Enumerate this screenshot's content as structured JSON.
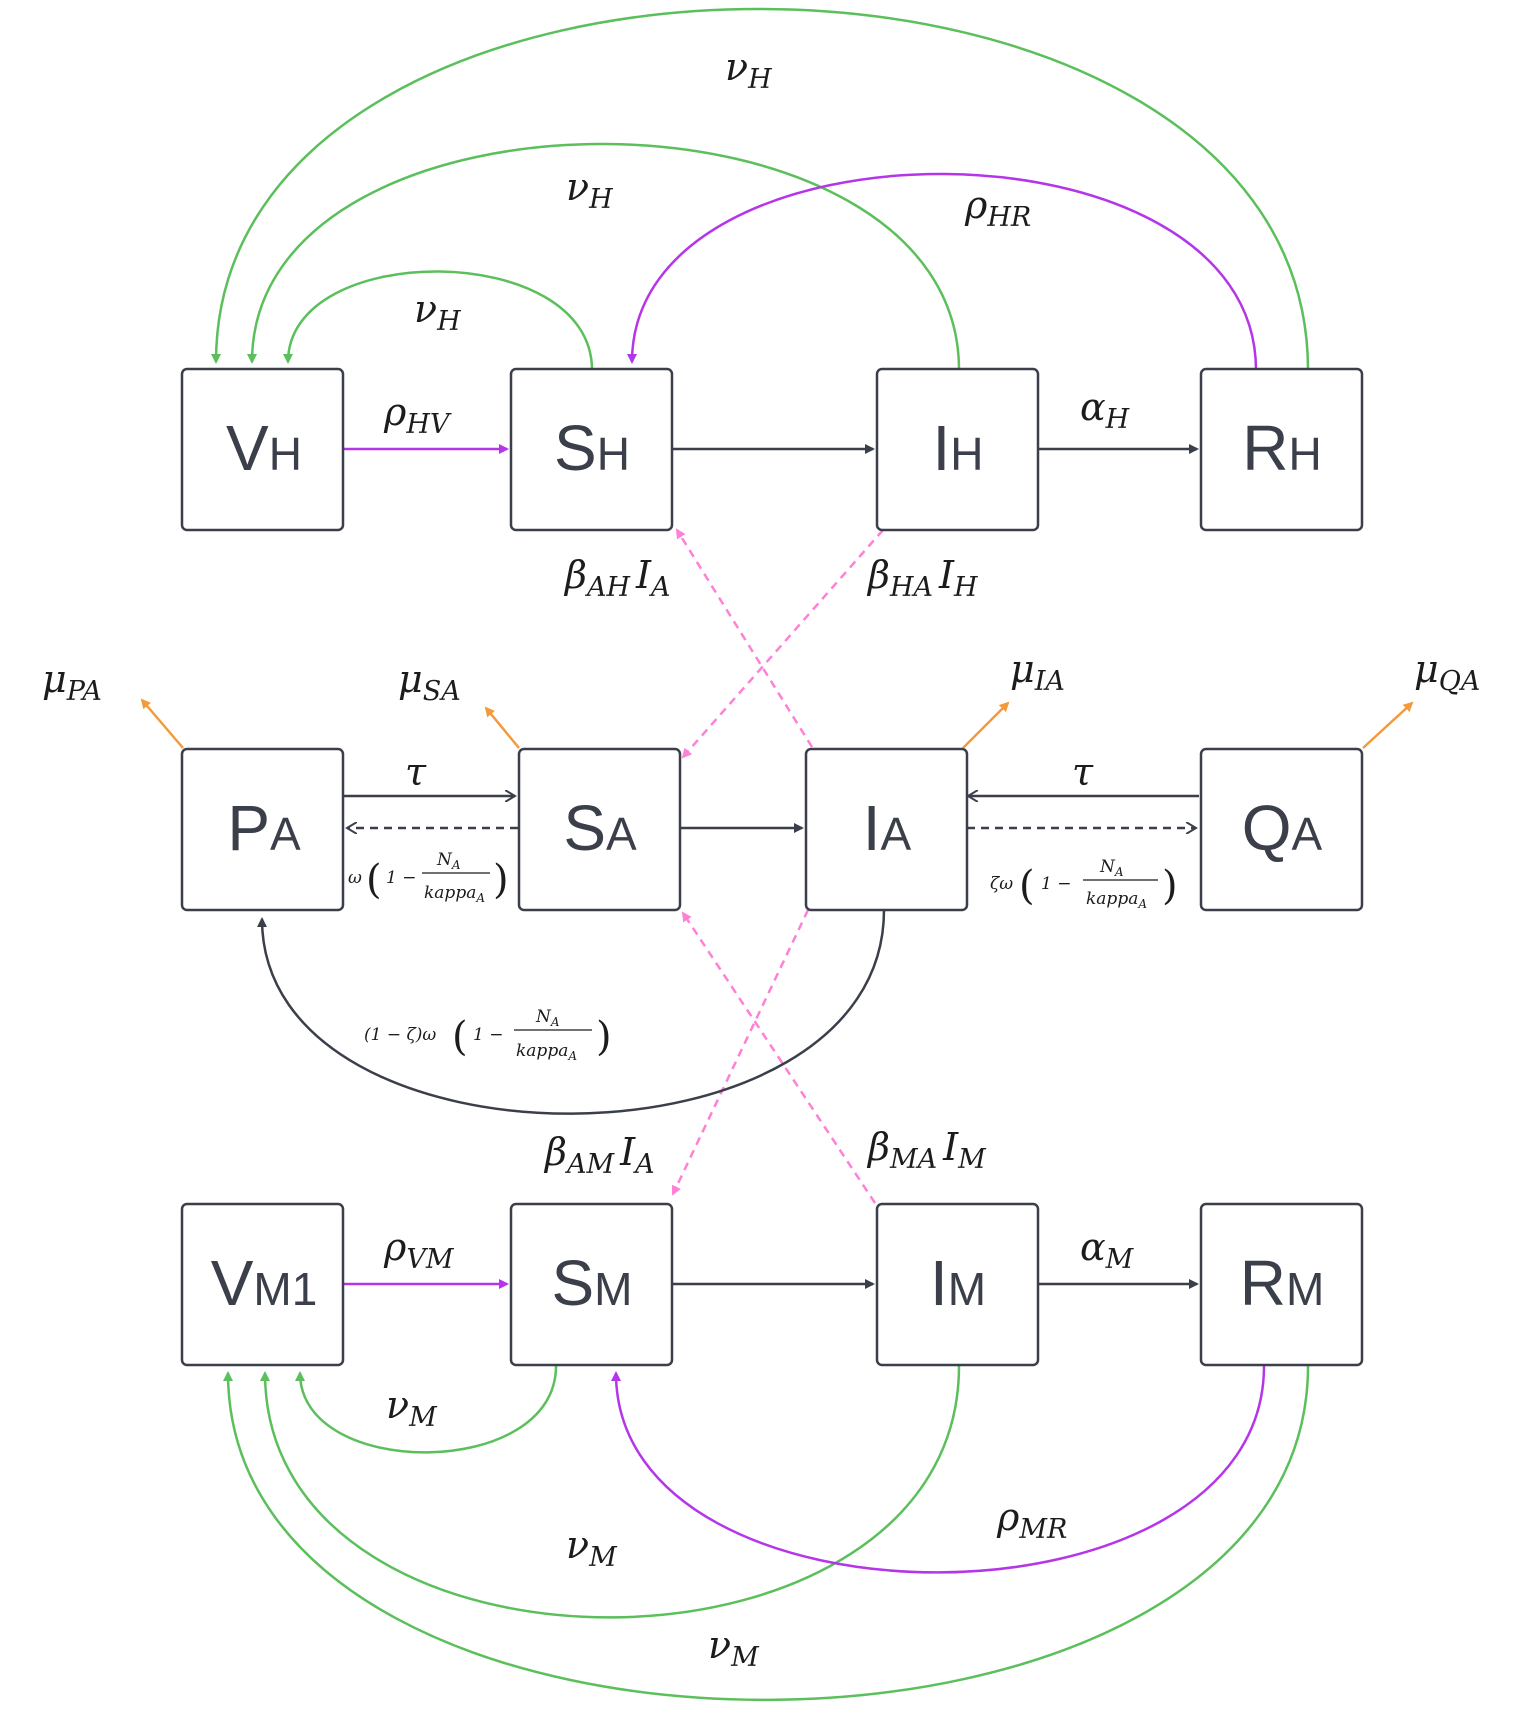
{
  "nodes": {
    "VH": {
      "main": "V",
      "sub": "H"
    },
    "SH": {
      "main": "S",
      "sub": "H"
    },
    "IH": {
      "main": "I",
      "sub": "H"
    },
    "RH": {
      "main": "R",
      "sub": "H"
    },
    "PA": {
      "main": "P",
      "sub": "A"
    },
    "SA": {
      "main": "S",
      "sub": "A"
    },
    "IA": {
      "main": "I",
      "sub": "A"
    },
    "QA": {
      "main": "Q",
      "sub": "A"
    },
    "VM1": {
      "main": "V",
      "sub": "M1"
    },
    "SM": {
      "main": "S",
      "sub": "M"
    },
    "IM": {
      "main": "I",
      "sub": "M"
    },
    "RM": {
      "main": "R",
      "sub": "M"
    }
  },
  "rates": {
    "nu_H_outer": {
      "sym": "ν",
      "sub": "H"
    },
    "nu_H_middle": {
      "sym": "ν",
      "sub": "H"
    },
    "nu_H_inner": {
      "sym": "ν",
      "sub": "H"
    },
    "rho_HR": {
      "sym": "ρ",
      "sub": "HR"
    },
    "rho_HV": {
      "sym": "ρ",
      "sub": "HV"
    },
    "alpha_H": {
      "sym": "α",
      "sub": "H"
    },
    "beta_AH": {
      "sym": "β",
      "sub": "AH",
      "mid": "I",
      "sub2": "A"
    },
    "beta_HA": {
      "sym": "β",
      "sub": "HA",
      "mid": "I",
      "sub2": "H"
    },
    "mu_PA": {
      "sym": "μ",
      "sub": "PA"
    },
    "mu_SA": {
      "sym": "μ",
      "sub": "SA"
    },
    "mu_IA": {
      "sym": "μ",
      "sub": "IA"
    },
    "mu_QA": {
      "sym": "μ",
      "sub": "QA"
    },
    "tau_left": {
      "sym": "τ"
    },
    "tau_right": {
      "sym": "τ"
    },
    "beta_AM": {
      "sym": "β",
      "sub": "AM",
      "mid": "I",
      "sub2": "A"
    },
    "beta_MA": {
      "sym": "β",
      "sub": "MA",
      "mid": "I",
      "sub2": "M"
    },
    "rho_VM": {
      "sym": "ρ",
      "sub": "VM"
    },
    "alpha_M": {
      "sym": "α",
      "sub": "M"
    },
    "nu_M_inner": {
      "sym": "ν",
      "sub": "M"
    },
    "nu_M_middle": {
      "sym": "ν",
      "sub": "M"
    },
    "nu_M_outer": {
      "sym": "ν",
      "sub": "M"
    },
    "rho_MR": {
      "sym": "ρ",
      "sub": "MR"
    }
  },
  "formulas": {
    "omega_term": {
      "prefix": "ω",
      "one_minus": "1 −",
      "num": "N",
      "num_sub": "A",
      "den": "kappa",
      "den_sub": "A"
    },
    "zeta_omega_term": {
      "prefix": "ζω",
      "one_minus": "1 −",
      "num": "N",
      "num_sub": "A",
      "den": "kappa",
      "den_sub": "A"
    },
    "one_minus_zeta_term": {
      "prefix": "(1 − ζ)ω",
      "one_minus": "1 −",
      "num": "N",
      "num_sub": "A",
      "den": "kappa",
      "den_sub": "A"
    }
  },
  "colors": {
    "vaccination_waning": "#5bbf5b",
    "recovery_vaccination": "#b535e8",
    "transmission": "#ff80d5",
    "mortality": "#f39a3c",
    "progression": "#3a3f4a"
  }
}
